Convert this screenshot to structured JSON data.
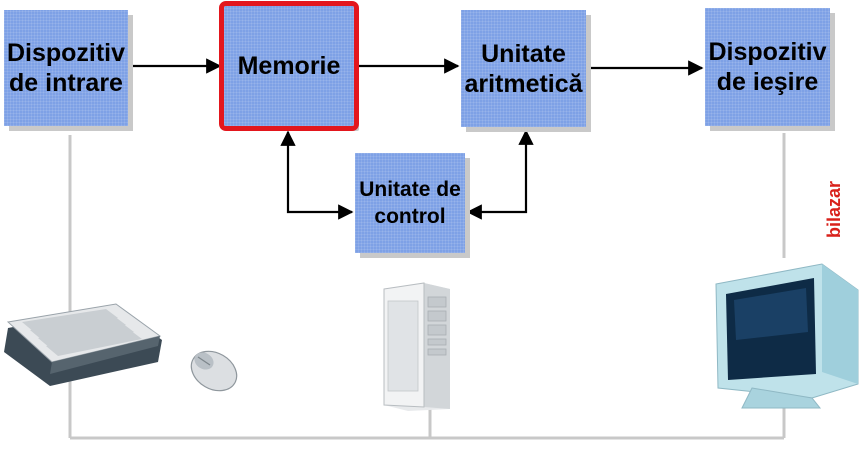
{
  "diagram": {
    "boxes": {
      "input_device": "Dispozitiv de intrare",
      "memory": "Memorie",
      "alu": "Unitate aritmetică",
      "output_device": "Dispozitiv de ieşire",
      "control_unit": "Unitate de control"
    },
    "highlighted_box": "memory",
    "colors": {
      "box_fill": "#7ea1e6",
      "highlight_border": "#e3161d",
      "arrow": "#000000",
      "connector_line": "#c8c8c8"
    }
  },
  "illustrations": {
    "keyboard": "keyboard-icon",
    "mouse": "mouse-icon",
    "system_unit": "computer-tower-icon",
    "monitor": "crt-monitor-icon"
  },
  "watermark": {
    "text": "bilazar"
  }
}
